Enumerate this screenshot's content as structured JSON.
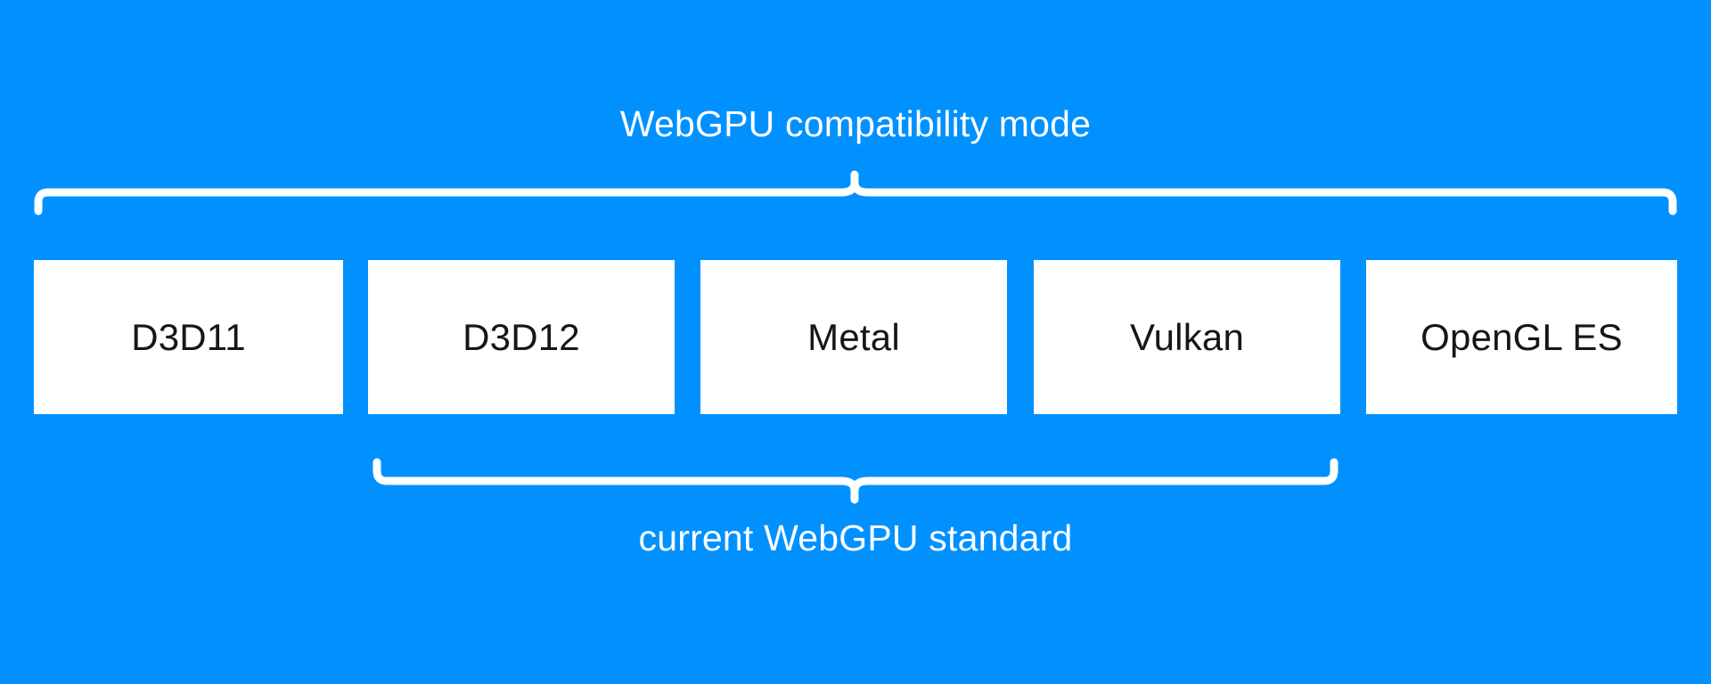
{
  "diagram": {
    "title": "WebGPU compatibility mode",
    "background_color": "#0091ff",
    "box_fill_color": "#ffffff",
    "box_text_color": "#161616",
    "brace_color": "#ffffff",
    "top_bracket": {
      "label": "WebGPU compatibility mode",
      "covers": [
        "D3D11",
        "D3D12",
        "Metal",
        "Vulkan",
        "OpenGL ES"
      ]
    },
    "bottom_bracket": {
      "label": "current WebGPU standard",
      "covers": [
        "D3D12",
        "Metal",
        "Vulkan"
      ]
    },
    "boxes": [
      {
        "label": "D3D11"
      },
      {
        "label": "D3D12"
      },
      {
        "label": "Metal"
      },
      {
        "label": "Vulkan"
      },
      {
        "label": "OpenGL ES"
      }
    ]
  }
}
